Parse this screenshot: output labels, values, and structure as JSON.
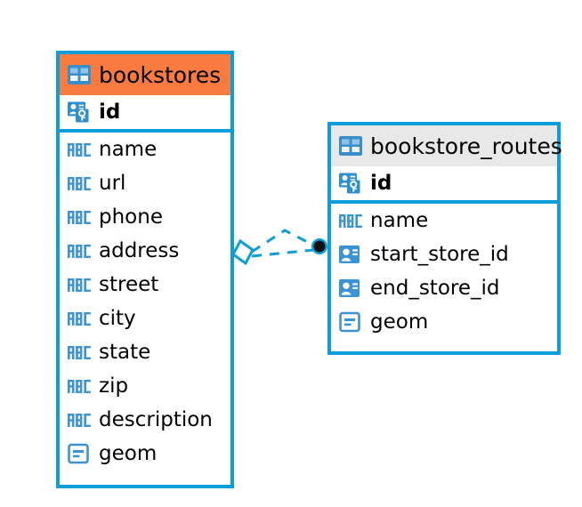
{
  "diagram": {
    "type": "database-schema-erd",
    "background_color": "#ffffff",
    "accent_color": "#0d9ddb",
    "selected_header_color": "#f97b3f",
    "header_color": "#e8e8e8"
  },
  "tables": [
    {
      "name": "bookstores",
      "selected": true,
      "header_icon": "table-icon",
      "fields": [
        {
          "label": "id",
          "icon": "primary-key-icon",
          "key": "pk"
        },
        {
          "label": "name",
          "icon": "text-field-icon",
          "key": "none"
        },
        {
          "label": "url",
          "icon": "text-field-icon",
          "key": "none"
        },
        {
          "label": "phone",
          "icon": "text-field-icon",
          "key": "none"
        },
        {
          "label": "address",
          "icon": "text-field-icon",
          "key": "none"
        },
        {
          "label": "street",
          "icon": "text-field-icon",
          "key": "none"
        },
        {
          "label": "city",
          "icon": "text-field-icon",
          "key": "none"
        },
        {
          "label": "state",
          "icon": "text-field-icon",
          "key": "none"
        },
        {
          "label": "zip",
          "icon": "text-field-icon",
          "key": "none"
        },
        {
          "label": "description",
          "icon": "text-field-icon",
          "key": "none"
        },
        {
          "label": "geom",
          "icon": "geometry-icon",
          "key": "none"
        }
      ]
    },
    {
      "name": "bookstore_routes",
      "selected": false,
      "header_icon": "table-icon",
      "fields": [
        {
          "label": "id",
          "icon": "primary-key-icon",
          "key": "pk"
        },
        {
          "label": "name",
          "icon": "text-field-icon",
          "key": "none"
        },
        {
          "label": "start_store_id",
          "icon": "foreign-key-icon",
          "key": "fk"
        },
        {
          "label": "end_store_id",
          "icon": "foreign-key-icon",
          "key": "fk"
        },
        {
          "label": "geom",
          "icon": "geometry-icon",
          "key": "none"
        }
      ]
    }
  ],
  "relationships": [
    {
      "from_table": "bookstores",
      "to_table": "bookstore_routes",
      "from_marker": "diamond-open",
      "to_marker": "circle-filled",
      "line_style": "dashed",
      "color": "#0d9ddb"
    },
    {
      "from_table": "bookstores",
      "to_table": "bookstore_routes",
      "from_marker": "diamond-open",
      "to_marker": "circle-filled",
      "line_style": "dashed",
      "color": "#0d9ddb"
    }
  ]
}
